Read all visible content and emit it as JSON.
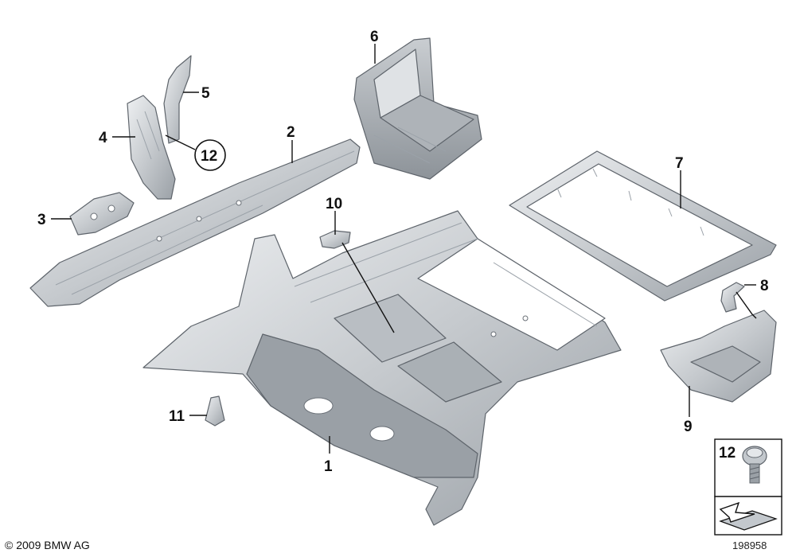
{
  "callouts": [
    {
      "id": "1",
      "label": "1"
    },
    {
      "id": "2",
      "label": "2"
    },
    {
      "id": "3",
      "label": "3"
    },
    {
      "id": "4",
      "label": "4"
    },
    {
      "id": "5",
      "label": "5"
    },
    {
      "id": "6",
      "label": "6"
    },
    {
      "id": "7",
      "label": "7"
    },
    {
      "id": "8",
      "label": "8"
    },
    {
      "id": "9",
      "label": "9"
    },
    {
      "id": "10",
      "label": "10"
    },
    {
      "id": "11",
      "label": "11"
    },
    {
      "id": "12a",
      "label": "12"
    }
  ],
  "legend": {
    "label": "12"
  },
  "footer": {
    "copyright": "© 2009 BMW AG",
    "image_number": "198958"
  }
}
